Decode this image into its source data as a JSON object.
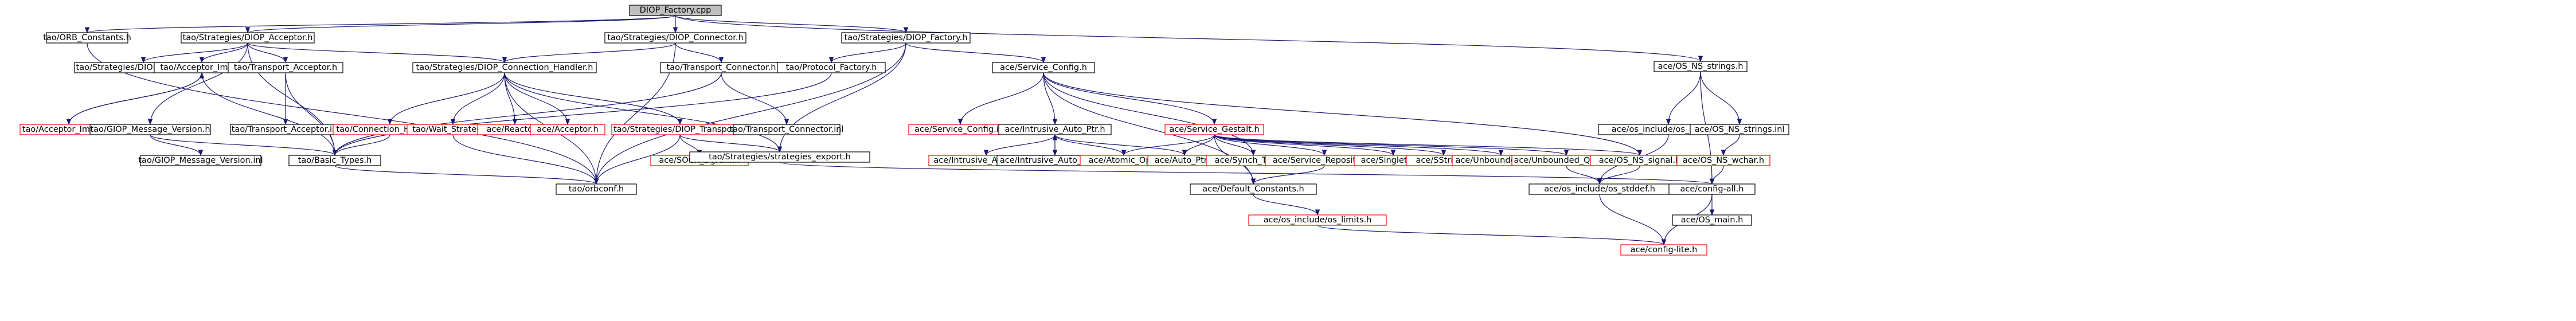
{
  "colors": {
    "root_fill": "#bfbfbf",
    "node_fill": "#ffffff",
    "node_border": "#000000",
    "missing_border": "#ff0000",
    "edge": "#191970"
  },
  "nodes": {
    "diop_factory_cpp": "DIOP_Factory.cpp",
    "orb_constants_h": "tao/ORB_Constants.h",
    "diop_acceptor_h": "tao/Strategies/DIOP_Acceptor.h",
    "diop_connector_h": "tao/Strategies/DIOP_Connector.h",
    "diop_factory_h": "tao/Strategies/DIOP_Factory.h",
    "os_ns_strings_h": "ace/OS_NS_strings.h",
    "diop_acceptor_inl": "tao/Strategies/DIOP_Acceptor.inl",
    "acceptor_impl_h": "tao/Acceptor_Impl.h",
    "transport_acceptor_h": "tao/Transport_Acceptor.h",
    "diop_connection_handler_h": "tao/Strategies/DIOP_Connection_Handler.h",
    "transport_connector_h": "tao/Transport_Connector.h",
    "protocol_factory_h": "tao/Protocol_Factory.h",
    "service_config_h": "ace/Service_Config.h",
    "acceptor_impl_cpp": "tao/Acceptor_Impl.cpp",
    "giop_message_version_h": "tao/GIOP_Message_Version.h",
    "transport_acceptor_inl": "tao/Transport_Acceptor.inl",
    "connection_handler_h": "tao/Connection_Handler.h",
    "wait_strategy_h": "tao/Wait_Strategy.h",
    "reactor_h": "ace/Reactor.h",
    "acceptor_h": "ace/Acceptor.h",
    "diop_transport_h": "tao/Strategies/DIOP_Transport.h",
    "transport_connector_inl": "tao/Transport_Connector.inl",
    "service_config_inl": "ace/Service_Config.inl",
    "intrusive_auto_ptr_h": "ace/Intrusive_Auto_Ptr.h",
    "service_gestalt_h": "ace/Service_Gestalt.h",
    "os_include_os_strings_h": "ace/os_include/os_strings.h",
    "os_ns_strings_inl": "ace/OS_NS_strings.inl",
    "giop_message_version_inl": "tao/GIOP_Message_Version.inl",
    "basic_types_h": "tao/Basic_Types.h",
    "sock_dgram_h": "ace/SOCK_Dgram.h",
    "strategies_export_h": "tao/Strategies/strategies_export.h",
    "intrusive_auto_ptr_inl": "ace/Intrusive_Auto_Ptr.inl",
    "intrusive_auto_ptr_cpp": "ace/Intrusive_Auto_Ptr.cpp",
    "atomic_op_h": "ace/Atomic_Op.h",
    "auto_ptr_h": "ace/Auto_Ptr.h",
    "synch_traits_h": "ace/Synch_Traits.h",
    "service_repository_h": "ace/Service_Repository.h",
    "singleton_h": "ace/Singleton.h",
    "sstring_h": "ace/SString.h",
    "unbounded_set_h": "ace/Unbounded_Set.h",
    "unbounded_queue_h": "ace/Unbounded_Queue.h",
    "os_ns_signal_h": "ace/OS_NS_signal.h",
    "os_ns_wchar_h": "ace/OS_NS_wchar.h",
    "default_constants_h": "ace/Default_Constants.h",
    "os_stddef_h": "ace/os_include/os_stddef.h",
    "config_all_h": "ace/config-all.h",
    "tao_orbconf_h": "tao/orbconf.h",
    "os_limits_h": "ace/os_include/os_limits.h",
    "os_main_h": "ace/OS_main.h",
    "config_lite_h": "ace/config-lite.h"
  }
}
